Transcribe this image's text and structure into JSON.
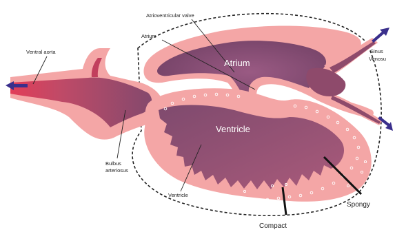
{
  "diagram": {
    "labels": {
      "atrioventricular_valve": "Atrioventricular valve",
      "atrium_small": "Atrium",
      "ventral_aorta": "Ventral aorta",
      "sinus": "Sinus",
      "venosus": "Venosu",
      "atrium_big": "Atrium",
      "ventricle_big": "Ventricle",
      "bulbus": "Bulbus",
      "arteriosus": "arteriosus",
      "ventricle_small": "Ventricle",
      "spongy": "Spongy",
      "compact": "Compact"
    },
    "colors": {
      "outer_wall": "#f4a6a6",
      "inner_dark": "#8e4a6b",
      "inner_red": "#e2455d",
      "arrow": "#3a2f8c",
      "outline": "#222222"
    },
    "icons": [
      "arrow-left-icon",
      "arrow-in-top-icon",
      "arrow-in-bottom-icon"
    ]
  }
}
